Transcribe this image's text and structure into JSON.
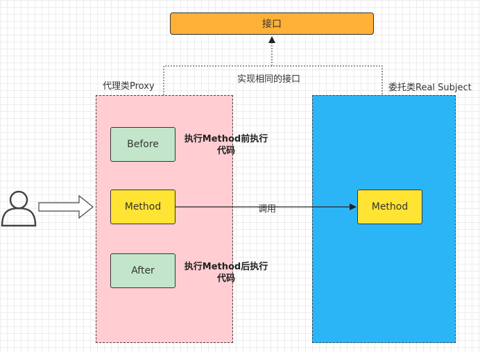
{
  "colors": {
    "interface_fill": "#ffb036",
    "proxy_fill": "#ffcdd2",
    "real_fill": "#2cb5f6",
    "before_after_fill": "#c3e6cb",
    "method_fill": "#ffe433"
  },
  "interface": {
    "label": "接口"
  },
  "implements_label": "实现相同的接口",
  "proxy": {
    "title": "代理类Proxy",
    "before": {
      "label": "Before"
    },
    "method": {
      "label": "Method"
    },
    "after": {
      "label": "After"
    },
    "before_note": {
      "line1": "执行Method前执行",
      "line2": "代码"
    },
    "after_note": {
      "line1": "执行Method后执行",
      "line2": "代码"
    }
  },
  "real_subject": {
    "title": "委托类Real Subject",
    "method": {
      "label": "Method"
    }
  },
  "call_label": "调用",
  "icons": {
    "user": "user-icon",
    "arrow": "hollow-arrow-right-icon"
  }
}
